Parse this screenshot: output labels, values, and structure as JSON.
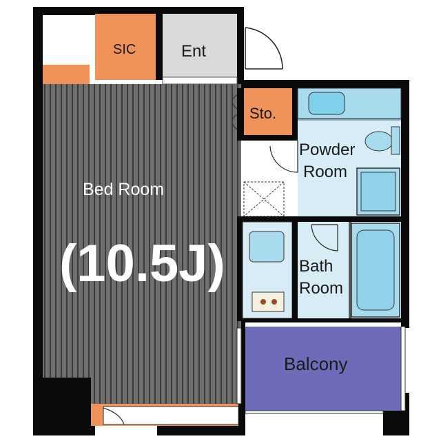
{
  "rooms": {
    "sic": "SIC",
    "entrance": "Ent",
    "storage": "Sto.",
    "powder_line1": "Powder",
    "powder_line2": "Room",
    "bedroom": "Bed Room",
    "bedroom_size": "(10.5J)",
    "bath_line1": "Bath",
    "bath_line2": "Room",
    "balcony": "Balcony"
  },
  "colors": {
    "wall": "#0a0a0a",
    "bedroom_floor": "#6e6e6e",
    "bedroom_stripe": "#2c2c2c",
    "closet": "#f0935a",
    "entrance_floor": "#d9d9d9",
    "wet_area": "#d8ecf6",
    "fixture": "#a9dbee",
    "balcony": "#6e6cb8"
  }
}
